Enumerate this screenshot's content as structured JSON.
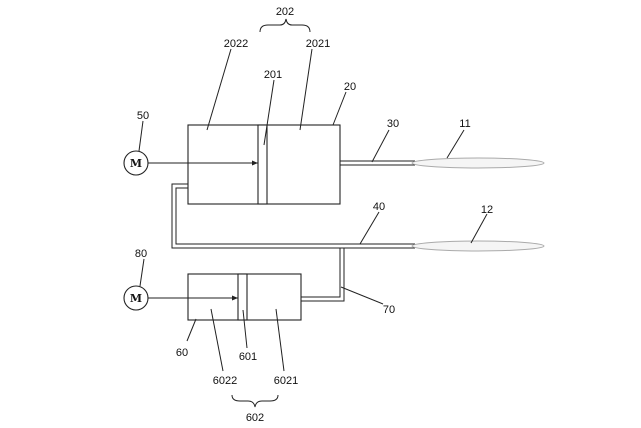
{
  "figure": {
    "labels": {
      "upper_group": "202",
      "upper_left_chamber": "2022",
      "upper_right_chamber": "2021",
      "upper_piston": "201",
      "upper_cylinder": "20",
      "upper_motor": "50",
      "upper_tube": "30",
      "upper_balloon": "11",
      "lower_tube": "40",
      "lower_balloon": "12",
      "lower_motor": "80",
      "lower_outlet": "70",
      "lower_cylinder": "60",
      "lower_piston": "601",
      "lower_left_chamber": "6022",
      "lower_right_chamber": "6021",
      "lower_group": "602"
    },
    "motor_symbol": "M"
  }
}
